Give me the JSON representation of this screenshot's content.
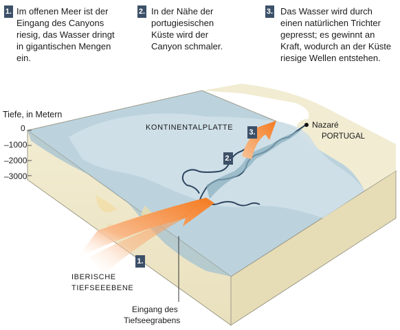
{
  "steps": [
    {
      "number": "1.",
      "text": "Im offenen Meer ist der Eingang des Canyons riesig, das Wasser dringt in gigantischen Mengen ein."
    },
    {
      "number": "2.",
      "text": "In der Nähe der portugiesischen Küste wird der Canyon schmaler."
    },
    {
      "number": "3.",
      "text": "Das Wasser wird durch einen natürlichen Trichter gepresst; es gewinnt an Kraft, wodurch an der Küste riesige Wellen entstehen."
    }
  ],
  "depth_scale": {
    "title": "Tiefe, in Metern",
    "ticks": [
      "0",
      "–1000",
      "–2000",
      "–3000"
    ]
  },
  "labels": {
    "plate": "KONTINENTALPLATTE",
    "city": "Nazaré",
    "country": "PORTUGAL",
    "plain_line1": "IBERISCHE",
    "plain_line2": "TIEFSEEEBENE",
    "entrance_line1": "Eingang des",
    "entrance_line2": "Tiefseegrabens"
  },
  "map_badges": [
    "1.",
    "2.",
    "3."
  ],
  "colors": {
    "badge": "#3c5068",
    "sea": "#b9d2de",
    "land": "#f1ecd2",
    "block_side": "#ede6c8",
    "arrow": "#f47a1f",
    "canyon_line": "#2d4660"
  }
}
